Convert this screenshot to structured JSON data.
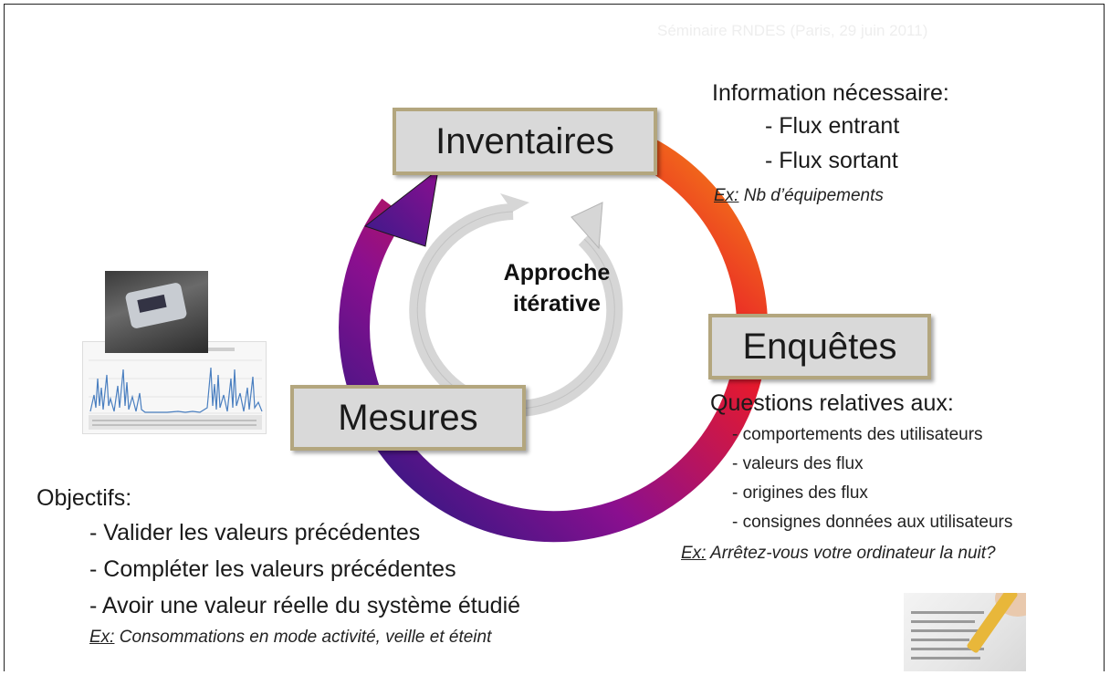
{
  "watermark": "Séminaire RNDES (Paris, 29 juin 2011)",
  "cycle": {
    "center_line1": "Approche",
    "center_line2": "itérative",
    "inventaires": "Inventaires",
    "enquetes": "Enquêtes",
    "mesures": "Mesures"
  },
  "colors": {
    "box_fill": "#d9d9d9",
    "box_border": "#b3a67e",
    "arrow_orange": "#f07a1a",
    "arrow_red": "#e81a2a",
    "arrow_purple": "#8a0f8f",
    "arrow_navy": "#1f1a80",
    "inner_arrow": "#d6d6d6"
  },
  "inventaires_info": {
    "heading": "Information nécessaire:",
    "items": [
      "- Flux entrant",
      "- Flux sortant"
    ],
    "example_prefix": "Ex:",
    "example_text": " Nb d’équipements"
  },
  "enquetes_info": {
    "heading": "Questions relatives aux:",
    "items": [
      "- comportements des utilisateurs",
      "- valeurs des flux",
      "- origines des flux",
      "- consignes données aux utilisateurs"
    ],
    "example_prefix": "Ex:",
    "example_text": " Arrêtez-vous votre ordinateur la nuit?"
  },
  "mesures_info": {
    "heading": "Objectifs:",
    "items": [
      "- Valider les valeurs précédentes",
      "- Compléter les valeurs précédentes",
      "- Avoir une valeur réelle du système étudié"
    ],
    "example_prefix": "Ex:",
    "example_text": " Consommations en mode activité, veille et éteint"
  }
}
